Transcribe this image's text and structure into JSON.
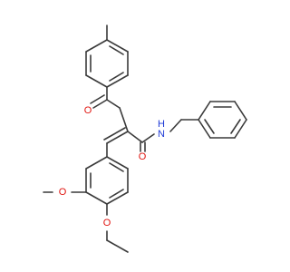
{
  "molecule": {
    "atoms": {
      "ketone_oxygen": "O",
      "amide_nitrogen": "N",
      "amide_hydrogen": "H",
      "amide_oxygen": "O",
      "methoxy_oxygen": "O",
      "ethoxy_oxygen": "O"
    },
    "colors": {
      "bond": "#3a3a3a",
      "oxygen": "#e0140f",
      "nitrogen": "#1f3bd6"
    }
  }
}
